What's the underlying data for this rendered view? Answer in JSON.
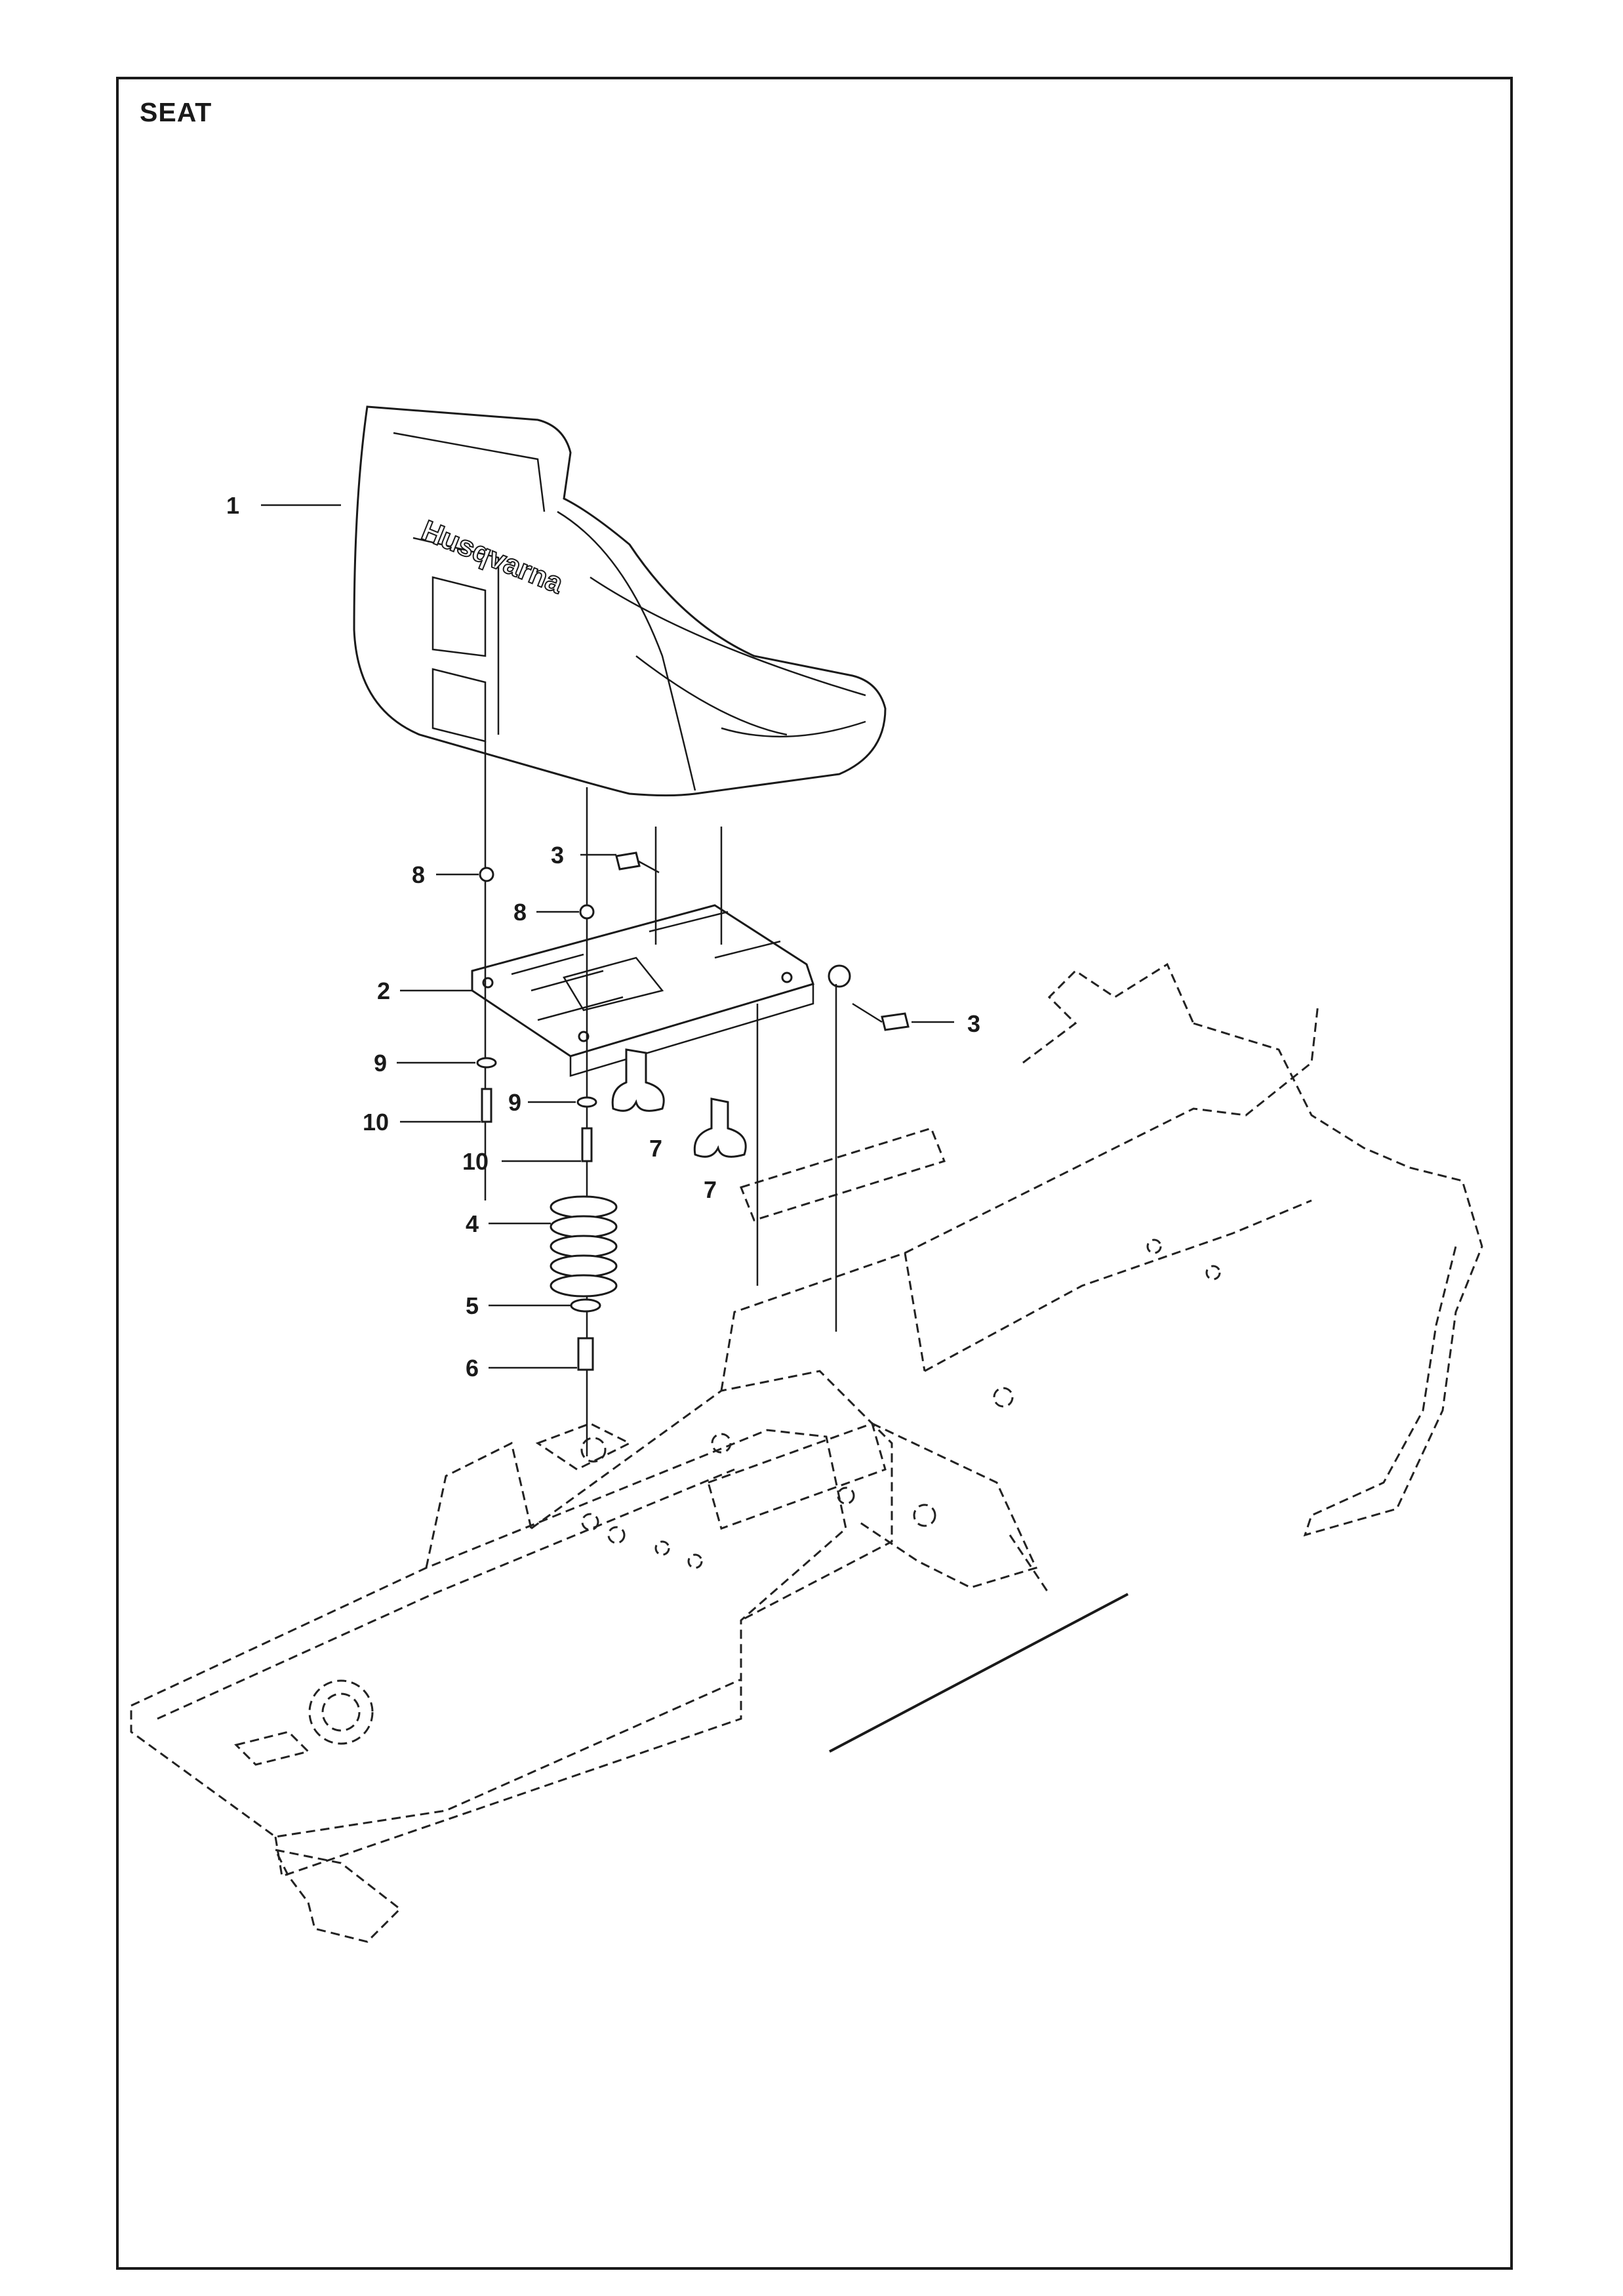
{
  "page": {
    "title": "SEAT",
    "brand": "Husqvarna"
  },
  "callouts": [
    {
      "id": "callout-1",
      "number": "1"
    },
    {
      "id": "callout-3a",
      "number": "3"
    },
    {
      "id": "callout-8a",
      "number": "8"
    },
    {
      "id": "callout-8b",
      "number": "8"
    },
    {
      "id": "callout-2",
      "number": "2"
    },
    {
      "id": "callout-3b",
      "number": "3"
    },
    {
      "id": "callout-9a",
      "number": "9"
    },
    {
      "id": "callout-9b",
      "number": "9"
    },
    {
      "id": "callout-10a",
      "number": "10"
    },
    {
      "id": "callout-10b",
      "number": "10"
    },
    {
      "id": "callout-7a",
      "number": "7"
    },
    {
      "id": "callout-7b",
      "number": "7"
    },
    {
      "id": "callout-4",
      "number": "4"
    },
    {
      "id": "callout-5",
      "number": "5"
    },
    {
      "id": "callout-6",
      "number": "6"
    }
  ],
  "colors": {
    "ink": "#1a1a1a",
    "paper": "#ffffff"
  }
}
